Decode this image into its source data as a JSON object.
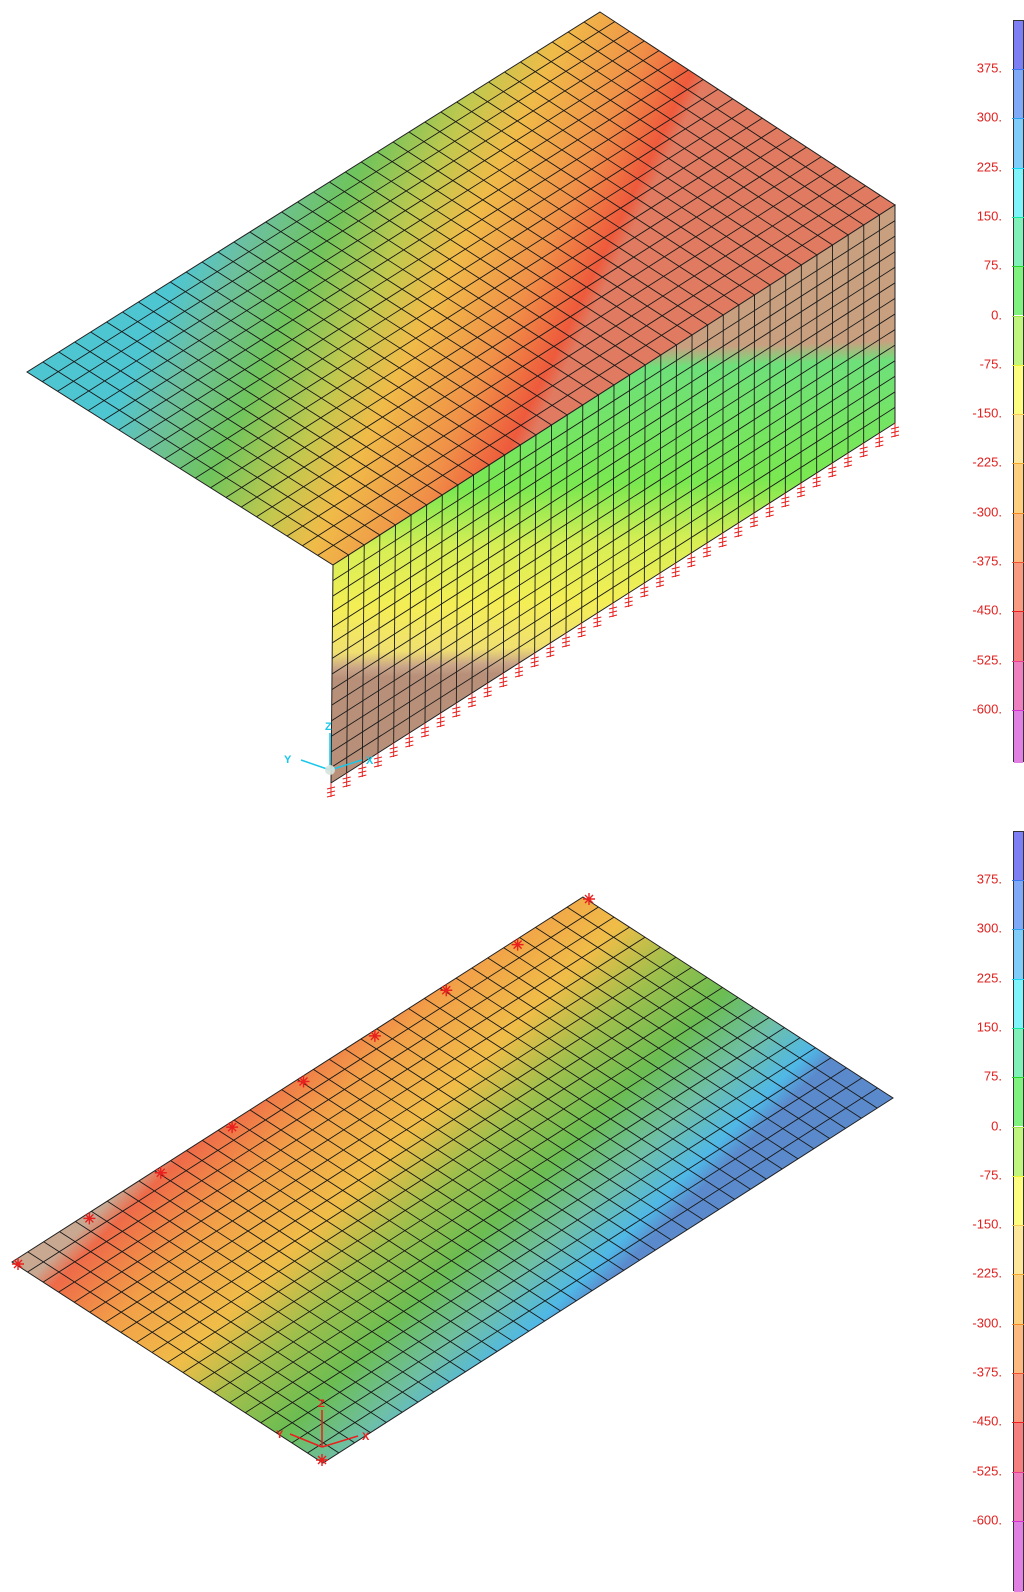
{
  "legend": {
    "labels": [
      "375.",
      "300.",
      "225.",
      "150.",
      "75.",
      "0.",
      "-75.",
      "-150.",
      "-225.",
      "-300.",
      "-375.",
      "-450.",
      "-525.",
      "-600."
    ],
    "band_colors": [
      "#7f7ff5",
      "#80aaf7",
      "#7fcdf8",
      "#7ff4fb",
      "#7ff1b9",
      "#7ff27f",
      "#c0f67f",
      "#fdfd7f",
      "#fde79b",
      "#fdd07f",
      "#fdba80",
      "#f99b80",
      "#f67f80",
      "#ef80c0",
      "#e080e3"
    ],
    "tick_colors": [
      "#3a78f0",
      "#2fa3ef",
      "#18d9f5",
      "#19e8a0",
      "#2bd52b",
      "#a6e34a",
      "#f3f33c",
      "#f8cc5c",
      "#f3a833",
      "#f08a26",
      "#ee5430",
      "#ec1f1f",
      "#e8408e",
      "#d234cf"
    ]
  },
  "views": {
    "top": {
      "axis_labels": {
        "x": "X",
        "y": "Y",
        "z": "Z"
      },
      "axis_color": "#18c7ea"
    },
    "bottom": {
      "axis_labels": {
        "x": "X",
        "y": "Y",
        "z": "Z"
      },
      "axis_color": "#e8201e"
    }
  }
}
